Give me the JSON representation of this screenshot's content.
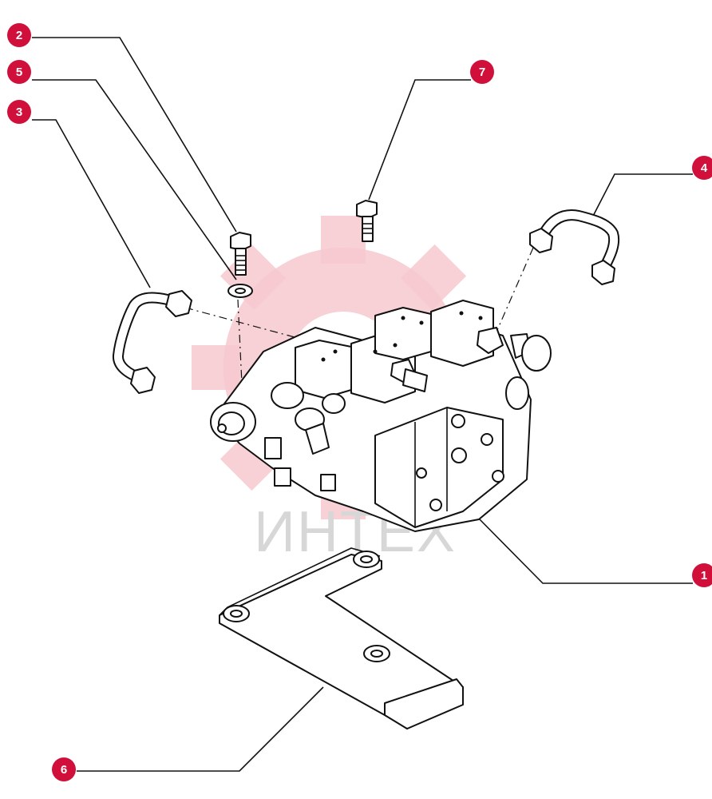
{
  "colors": {
    "callout_fill": "#d0103a",
    "callout_text": "#ffffff",
    "line": "#111111",
    "watermark_gear": "#f6c9cf",
    "watermark_text": "#d7d7d7",
    "background": "#ffffff"
  },
  "watermark": {
    "text": "ИНТЕХ"
  },
  "callouts": [
    {
      "id": "c2",
      "label": "2"
    },
    {
      "id": "c5",
      "label": "5"
    },
    {
      "id": "c3",
      "label": "3"
    },
    {
      "id": "c7",
      "label": "7"
    },
    {
      "id": "c4",
      "label": "4"
    },
    {
      "id": "c1",
      "label": "1"
    },
    {
      "id": "c6",
      "label": "6"
    }
  ]
}
